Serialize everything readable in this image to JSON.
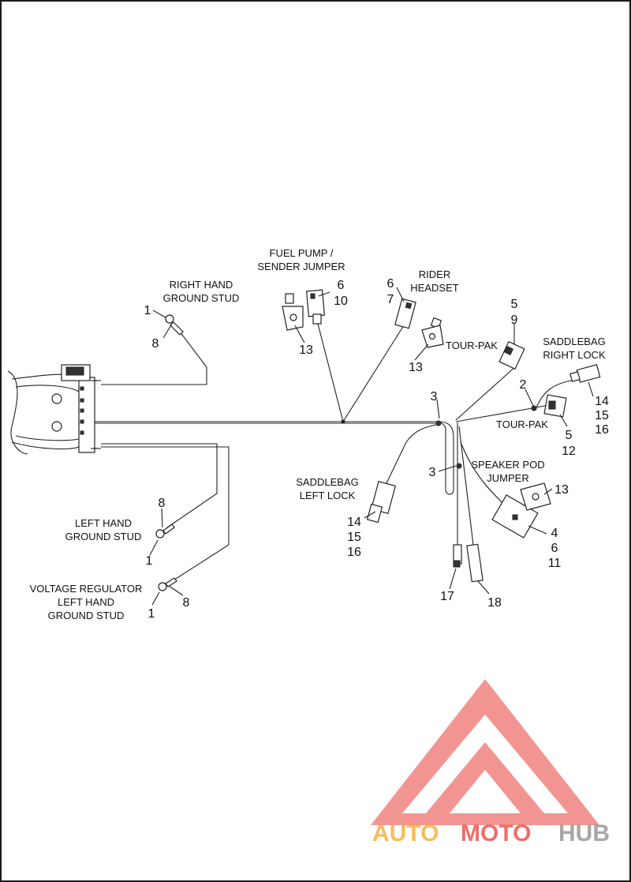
{
  "labels": {
    "right_hand_ground_stud": [
      "RIGHT HAND",
      "GROUND STUD"
    ],
    "fuel_pump_sender_jumper": [
      "FUEL PUMP /",
      "SENDER JUMPER"
    ],
    "rider_headset": [
      "RIDER",
      "HEADSET"
    ],
    "tour_pak_top": "TOUR-PAK",
    "saddlebag_right_lock": [
      "SADDLEBAG",
      "RIGHT LOCK"
    ],
    "tour_pak_side": "TOUR-PAK",
    "speaker_pod_jumper": [
      "SPEAKER POD",
      "JUMPER"
    ],
    "saddlebag_left_lock": [
      "SADDLEBAG",
      "LEFT LOCK"
    ],
    "left_hand_ground_stud": [
      "LEFT HAND",
      "GROUND STUD"
    ],
    "voltage_regulator_ground_stud": [
      "VOLTAGE REGULATOR",
      "LEFT HAND",
      "GROUND STUD"
    ]
  },
  "callouts": {
    "rh_stud": [
      "1",
      "8"
    ],
    "fuel_pump": [
      "6",
      "10",
      "13"
    ],
    "rider_headset": [
      "6",
      "7",
      "13"
    ],
    "tour_pak_top": [
      "5",
      "9"
    ],
    "clip_2": "2",
    "saddlebag_right": [
      "14",
      "15",
      "16"
    ],
    "tour_pak_side": [
      "5",
      "12"
    ],
    "clip_3a": "3",
    "clip_3b": "3",
    "speaker_pod": [
      "13",
      "4",
      "6",
      "11"
    ],
    "saddlebag_left": [
      "14",
      "15",
      "16"
    ],
    "conn_17": "17",
    "conn_18": "18",
    "lh_stud": [
      "8",
      "1"
    ],
    "vr_stud": [
      "1",
      "8"
    ]
  },
  "watermark": {
    "part1": "AUTO",
    "part2": "MOTO",
    "part3": "HUB",
    "colors": {
      "red": "#e8403a",
      "orange": "#f5a623",
      "gray": "#8a8a8a"
    }
  },
  "icons": [
    "triangle-logo-icon",
    "ring-terminal-icon",
    "connector-icon",
    "retainer-clip-icon"
  ]
}
